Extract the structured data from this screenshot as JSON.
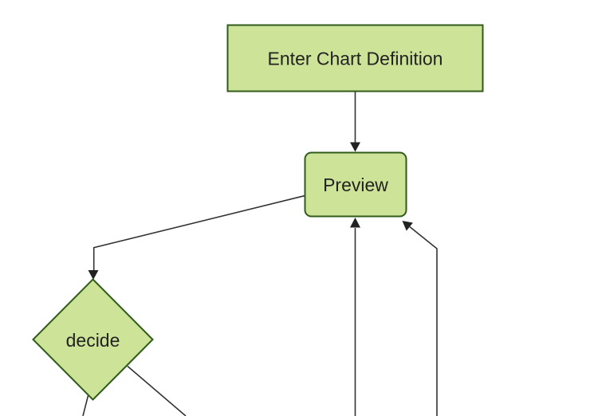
{
  "diagram": {
    "kind": "flowchart",
    "background": "#ffffff",
    "colors": {
      "node_fill": "#cde498",
      "node_stroke": "#2f5c1a",
      "edge_stroke": "#333333",
      "arrowhead_fill": "#222222",
      "label_color": "#222222"
    },
    "nodes": [
      {
        "id": "enter-chart-definition",
        "label": "Enter Chart Definition",
        "shape": "rectangle"
      },
      {
        "id": "preview",
        "label": "Preview",
        "shape": "rounded-rectangle"
      },
      {
        "id": "decide",
        "label": "decide",
        "shape": "diamond"
      }
    ],
    "edges": [
      {
        "from": "enter-chart-definition",
        "to": "preview",
        "arrowhead": true
      },
      {
        "from": "preview",
        "to": "decide",
        "arrowhead": true
      },
      {
        "from": "offscreen-bottom",
        "to": "preview",
        "arrowhead": true
      },
      {
        "from": "offscreen-bottom-right",
        "to": "preview",
        "arrowhead": true
      },
      {
        "from": "decide",
        "to": "offscreen-bottom-left",
        "arrowhead": false
      },
      {
        "from": "decide",
        "to": "offscreen-bottom-right",
        "arrowhead": false
      }
    ]
  }
}
